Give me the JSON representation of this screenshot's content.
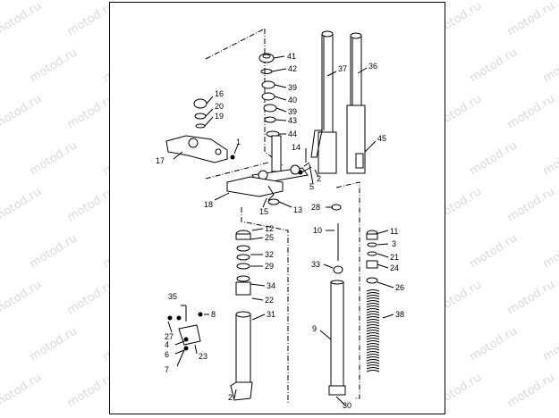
{
  "watermark": "motod.ru",
  "colors": {
    "line": "#000000",
    "watermark": "#d9d9d9",
    "background": "#ffffff"
  },
  "parts": {
    "p1": "1",
    "p2a": "2",
    "p2b": "2",
    "p3": "3",
    "p4": "4",
    "p5": "5",
    "p6": "6",
    "p7": "7",
    "p8": "8",
    "p9": "9",
    "p10": "10",
    "p11": "11",
    "p12": "12",
    "p13": "13",
    "p14": "14",
    "p15": "15",
    "p16": "16",
    "p17": "17",
    "p18": "18",
    "p19": "19",
    "p20": "20",
    "p21": "21",
    "p22": "22",
    "p23": "23",
    "p24": "24",
    "p25": "25",
    "p26": "26",
    "p27": "27",
    "p28": "28",
    "p29": "29",
    "p30": "30",
    "p31": "31",
    "p32": "32",
    "p33": "33",
    "p34": "34",
    "p35": "35",
    "p36": "36",
    "p37": "37",
    "p38": "38",
    "p39a": "39",
    "p39b": "39",
    "p40": "40",
    "p41": "41",
    "p42": "42",
    "p43": "43",
    "p44": "44",
    "p45": "45"
  }
}
